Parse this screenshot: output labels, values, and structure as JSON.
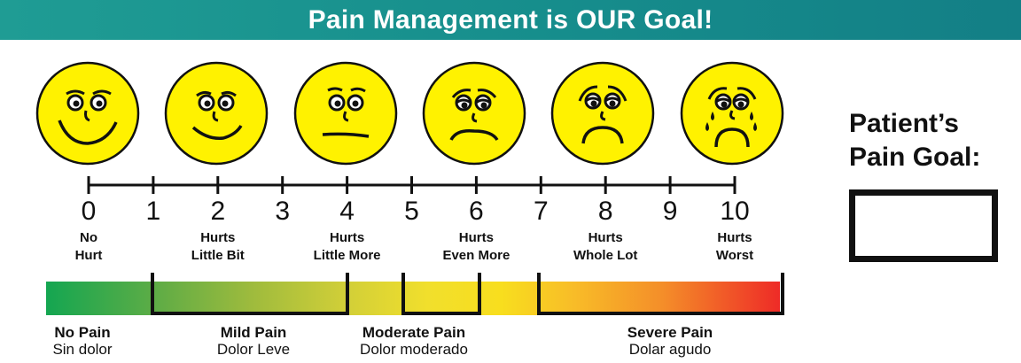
{
  "banner": {
    "title": "Pain Management is OUR Goal!"
  },
  "scale": {
    "numbers": [
      "0",
      "1",
      "2",
      "3",
      "4",
      "5",
      "6",
      "7",
      "8",
      "9",
      "10"
    ],
    "faces": [
      {
        "value": "0",
        "line1": "No",
        "line2": "Hurt"
      },
      {
        "value": "2",
        "line1": "Hurts",
        "line2": "Little Bit"
      },
      {
        "value": "4",
        "line1": "Hurts",
        "line2": "Little More"
      },
      {
        "value": "6",
        "line1": "Hurts",
        "line2": "Even More"
      },
      {
        "value": "8",
        "line1": "Hurts",
        "line2": "Whole Lot"
      },
      {
        "value": "10",
        "line1": "Hurts",
        "line2": "Worst"
      }
    ]
  },
  "categories": [
    {
      "en": "No Pain",
      "es": "Sin dolor"
    },
    {
      "en": "Mild Pain",
      "es": "Dolor Leve"
    },
    {
      "en": "Moderate Pain",
      "es": "Dolor moderado"
    },
    {
      "en": "Severe Pain",
      "es": "Dolar agudo"
    }
  ],
  "goal": {
    "line1": "Patient’s",
    "line2": "Pain Goal:"
  },
  "colors": {
    "banner": "#168d8c",
    "face": "#fff200",
    "bar_start": "#14a651",
    "bar_mid": "#f8de1e",
    "bar_end": "#ee2b27"
  }
}
